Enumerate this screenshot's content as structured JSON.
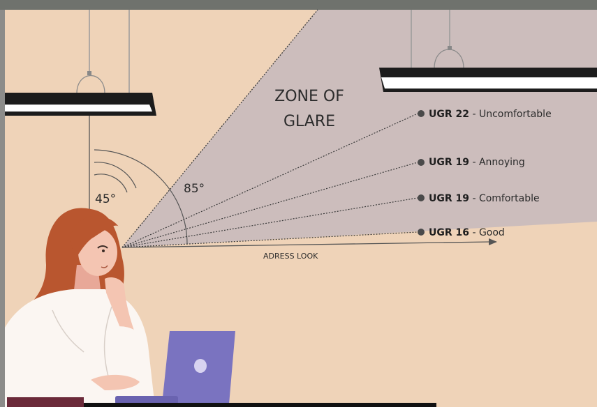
{
  "diagram": {
    "zone_label_line1": "ZONE OF",
    "zone_label_line2": "GLARE",
    "angle_small": "45°",
    "angle_large": "85°",
    "axis_label": "ADRESS LOOK",
    "ugr_levels": [
      {
        "code": "UGR 22",
        "desc": " - Uncomfortable"
      },
      {
        "code": "UGR 19",
        "desc": " - Annoying"
      },
      {
        "code": "UGR 19",
        "desc": " - Comfortable"
      },
      {
        "code": "UGR 16",
        "desc": " - Good"
      }
    ]
  },
  "colors": {
    "wall": "#efd3b8",
    "glare_zone": "#ccbdbc",
    "frame": "#8c8c8a",
    "lamp_body": "#1c1c1c",
    "hair": "#b9562f",
    "skin": "#f4c5b2",
    "shirt": "#fbf6f2",
    "laptop": "#7a73c0"
  }
}
